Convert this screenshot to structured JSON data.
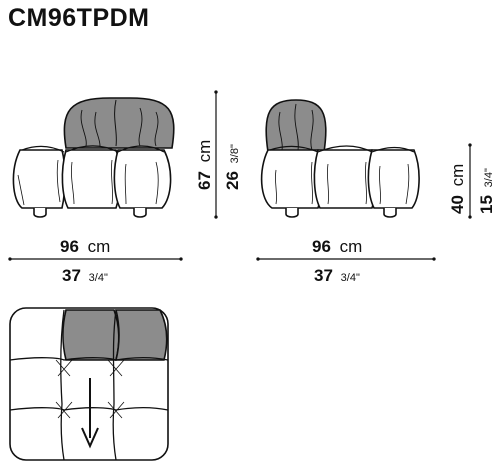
{
  "title": "CM96TPDM",
  "front_view": {
    "width_cm_value": "96",
    "width_cm_unit": "cm",
    "width_in_value": "37",
    "width_in_fraction": "3/4\"",
    "height_cm_value": "67",
    "height_cm_unit": "cm",
    "height_in_value": "26",
    "height_in_fraction": "3/8\""
  },
  "side_view": {
    "width_cm_value": "96",
    "width_cm_unit": "cm",
    "width_in_value": "37",
    "width_in_fraction": "3/4\"",
    "height_cm_value": "40",
    "height_cm_unit": "cm",
    "height_in_value": "15",
    "height_in_fraction": "3/4\""
  },
  "colors": {
    "outline": "#111111",
    "backrest_fill": "#8c8c8c",
    "cushion_fill": "#ffffff"
  }
}
